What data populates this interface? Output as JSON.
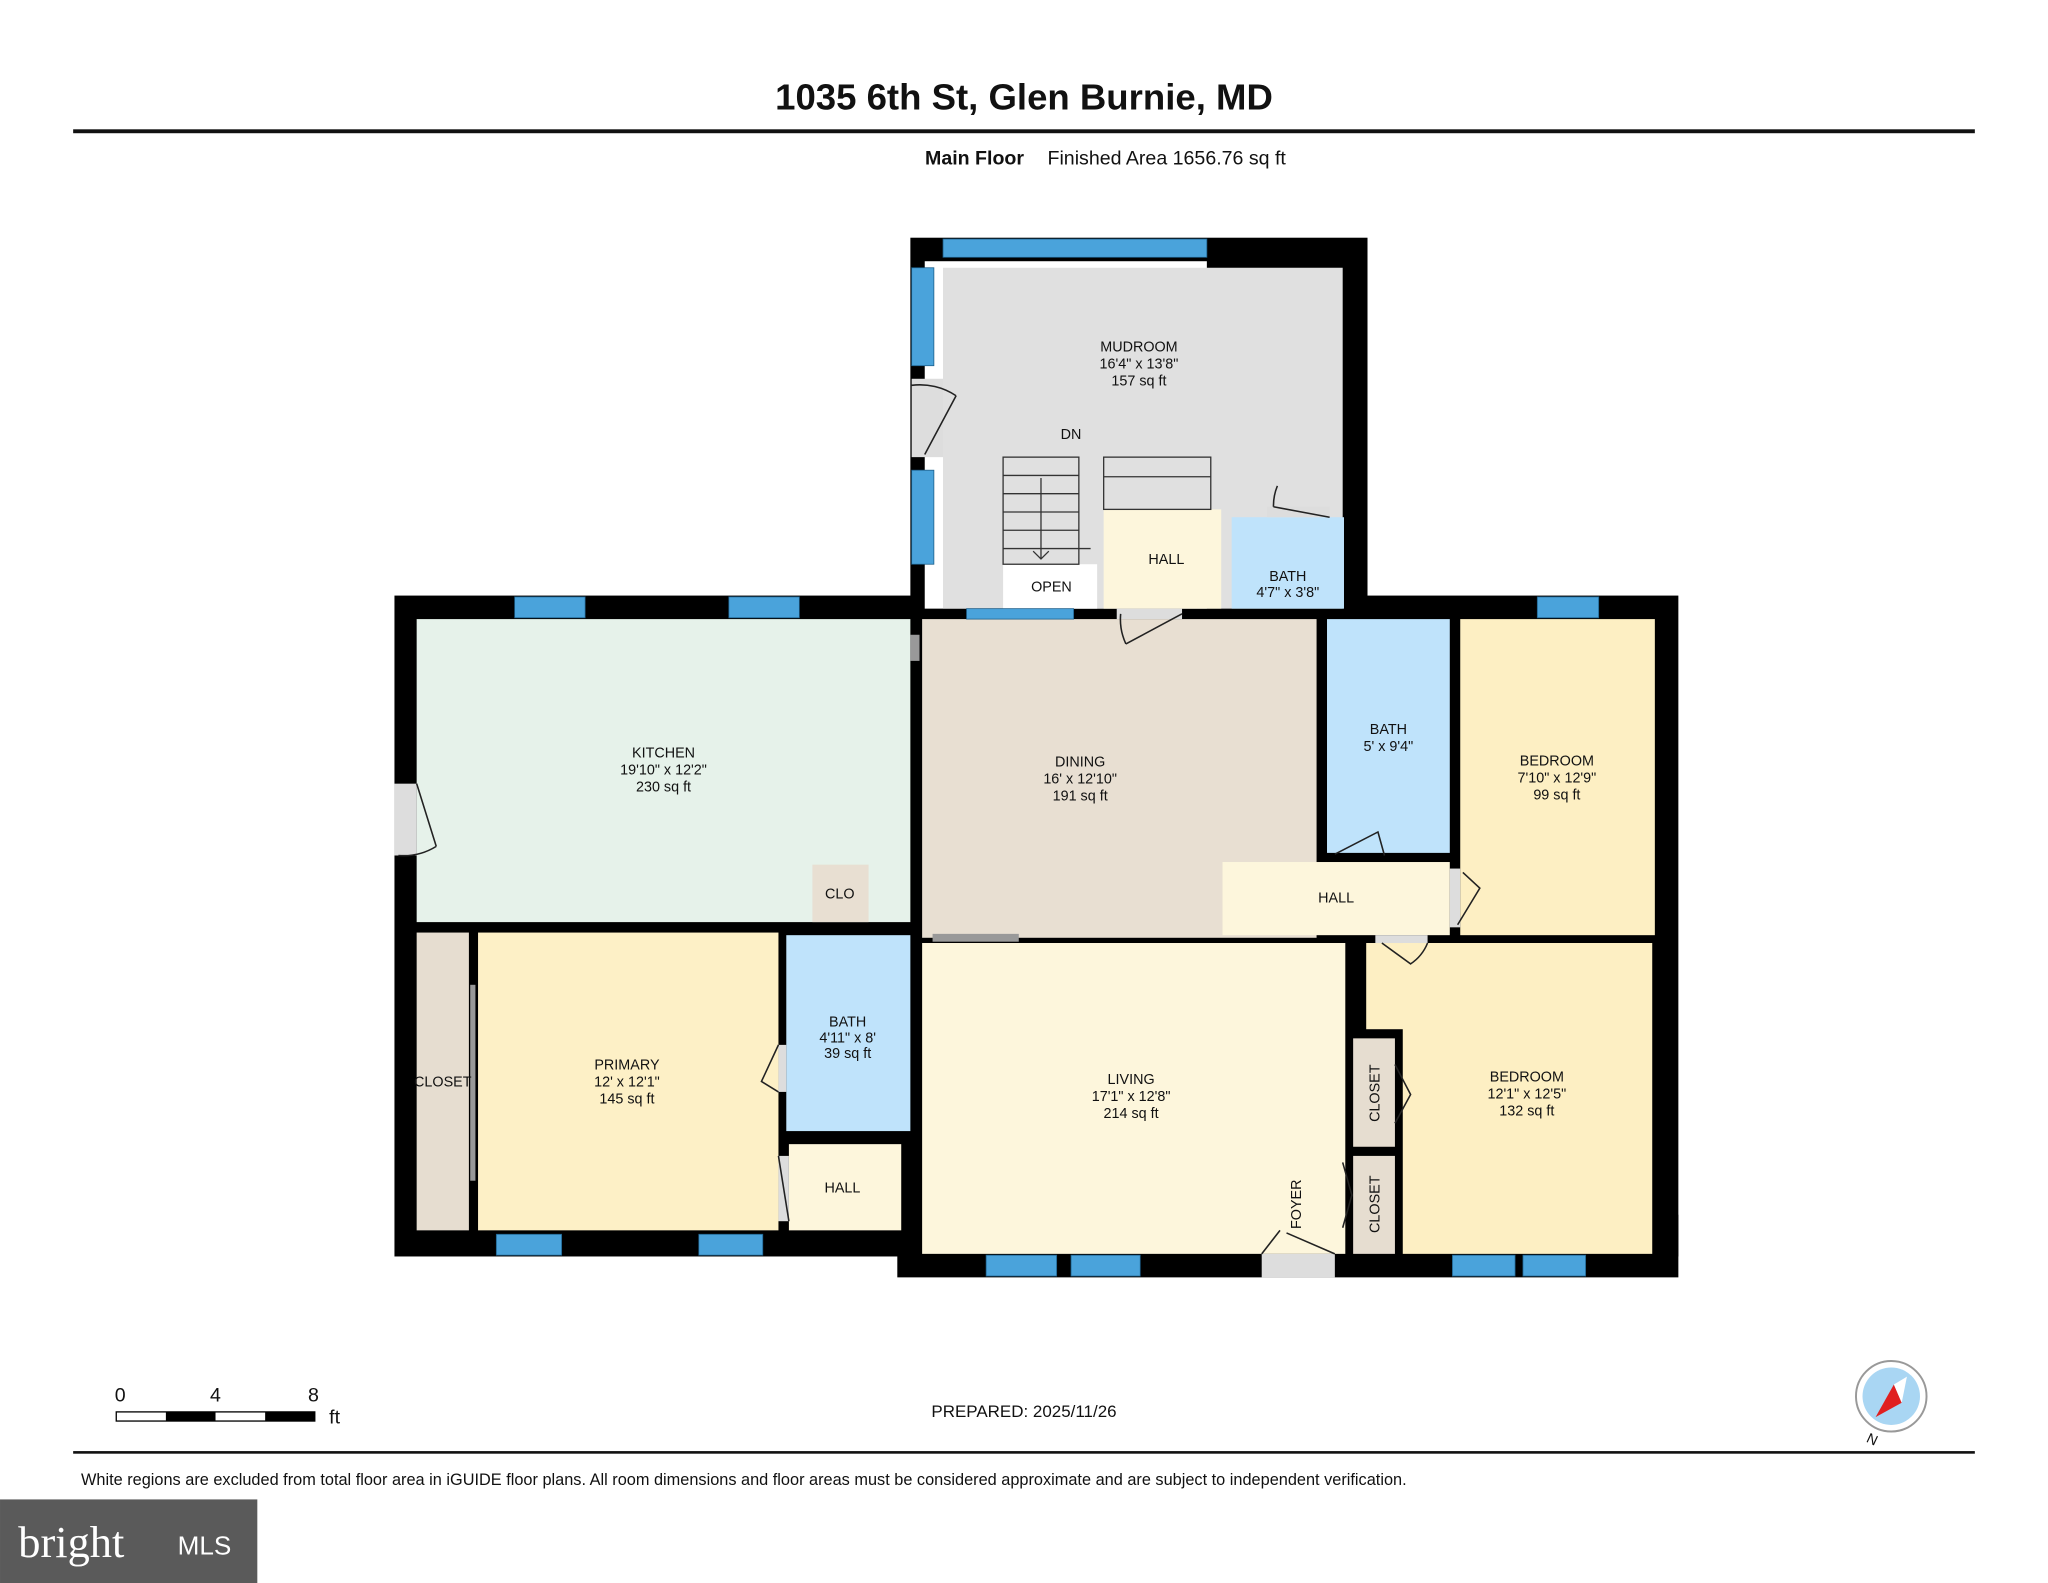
{
  "header": {
    "title": "1035 6th St, Glen Burnie, MD",
    "floor": "Main Floor",
    "finished_area": "Finished Area 1656.76 sq ft"
  },
  "rooms": {
    "mudroom": {
      "name": "MUDROOM",
      "dims": "16'4\" x 13'8\"",
      "area": "157 sq ft",
      "stairs": "DN"
    },
    "open": {
      "name": "OPEN"
    },
    "hall_upper": {
      "name": "HALL"
    },
    "bath_small": {
      "name": "BATH",
      "dims": "4'7\" x 3'8\""
    },
    "kitchen": {
      "name": "KITCHEN",
      "dims": "19'10\" x 12'2\"",
      "area": "230 sq ft"
    },
    "dining": {
      "name": "DINING",
      "dims": "16' x 12'10\"",
      "area": "191 sq ft"
    },
    "bath_mid": {
      "name": "BATH",
      "dims": "5' x 9'4\""
    },
    "bedroom1": {
      "name": "BEDROOM",
      "dims": "7'10\" x 12'9\"",
      "area": "99 sq ft"
    },
    "hall_mid": {
      "name": "HALL"
    },
    "clo": {
      "name": "CLO"
    },
    "closet_left": {
      "name": "CLOSET"
    },
    "primary": {
      "name": "PRIMARY",
      "dims": "12' x 12'1\"",
      "area": "145 sq ft"
    },
    "bath_primary": {
      "name": "BATH",
      "dims": "4'11\" x 8'",
      "area": "39 sq ft"
    },
    "hall_lower": {
      "name": "HALL"
    },
    "living": {
      "name": "LIVING",
      "dims": "17'1\" x 12'8\"",
      "area": "214 sq ft",
      "foyer": "FOYER"
    },
    "bedroom2": {
      "name": "BEDROOM",
      "dims": "12'1\" x 12'5\"",
      "area": "132 sq ft"
    },
    "closet_a": {
      "name": "CLOSET"
    },
    "closet_b": {
      "name": "CLOSET"
    }
  },
  "scale": {
    "ticks": [
      "0",
      "4",
      "8"
    ],
    "unit": "ft"
  },
  "prepared": "PREPARED: 2025/11/26",
  "compass": {
    "label": "N"
  },
  "footer": {
    "disclaimer": "White regions are excluded from total floor area in iGUIDE floor plans. All room dimensions and floor areas must be considered approximate and are subject to independent verification."
  },
  "logo": {
    "text": "bright",
    "suffix": "MLS"
  },
  "colors": {
    "wall": "#000000",
    "window": "#4aa3db",
    "bath": "#bfe3fb",
    "bedroom": "#fdefc3",
    "kitchen": "#e6f2ea",
    "dining": "#e8dfd2",
    "mudroom": "#e0e0e0",
    "hall": "#fdf6dc"
  }
}
